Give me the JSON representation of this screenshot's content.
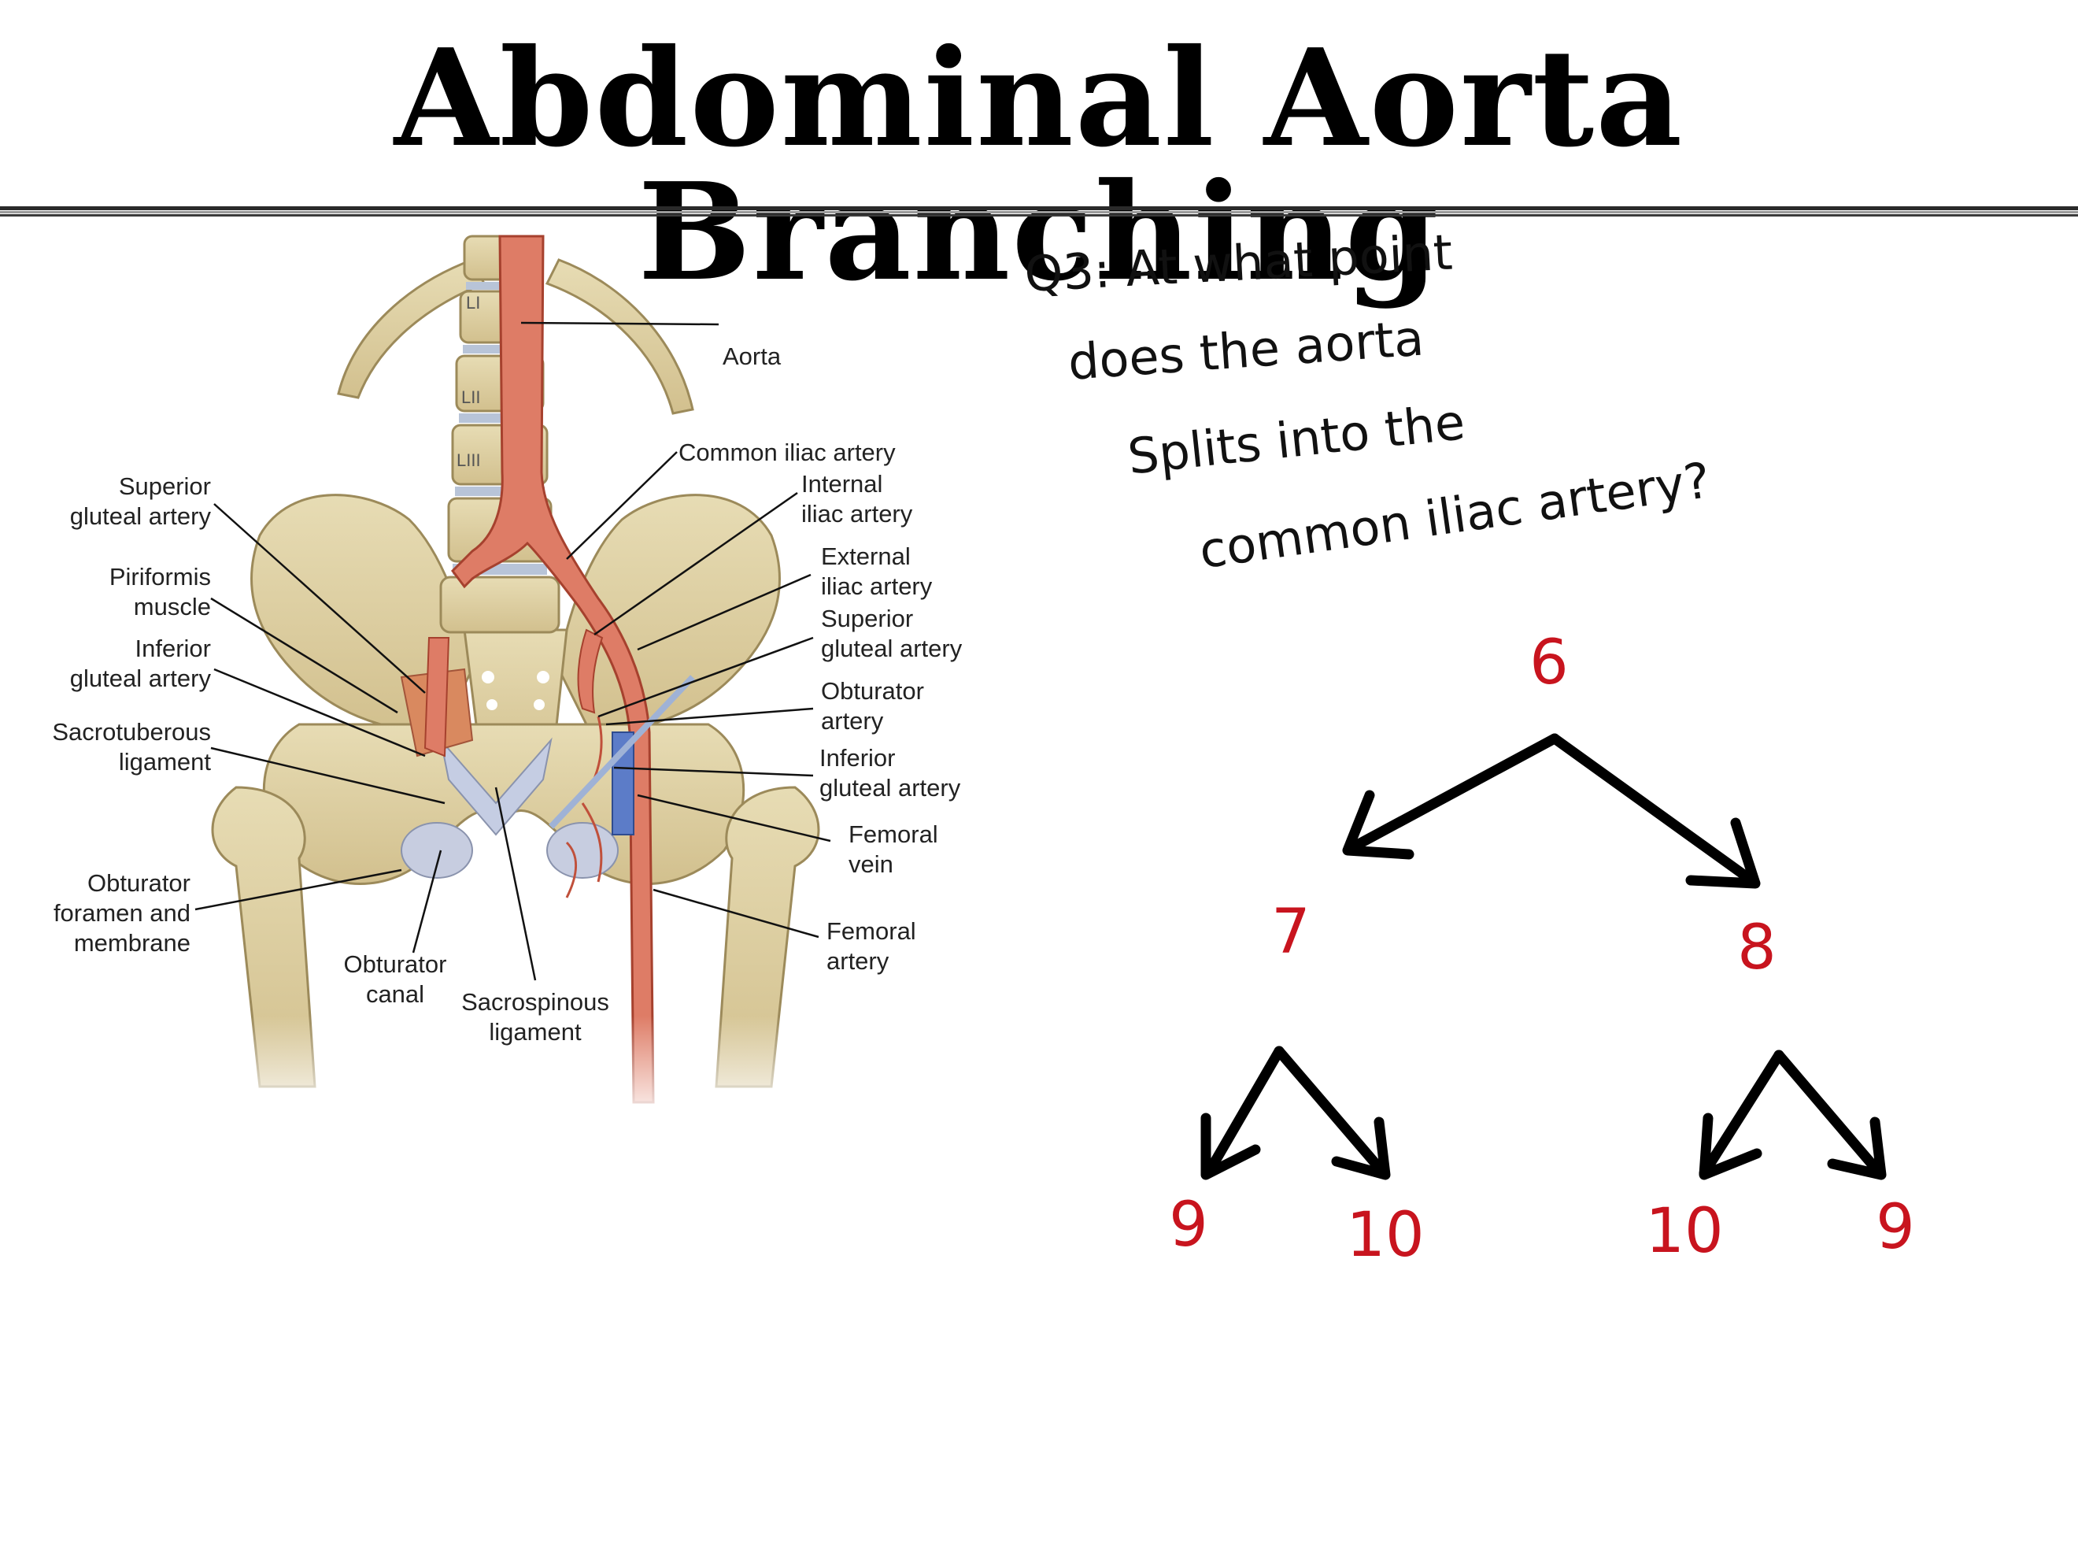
{
  "slide": {
    "title": "Abdominal Aorta Branching"
  },
  "figure": {
    "vertebrae": [
      "LI",
      "LII",
      "LIII"
    ],
    "labels": {
      "aorta": "Aorta",
      "common_iliac": "Common iliac artery",
      "internal_iliac": [
        "Internal",
        "iliac artery"
      ],
      "external_iliac": [
        "External",
        "iliac artery"
      ],
      "superior_gluteal_right": [
        "Superior",
        "gluteal artery"
      ],
      "obturator_artery": [
        "Obturator",
        "artery"
      ],
      "inferior_gluteal_right": [
        "Inferior",
        "gluteal artery"
      ],
      "femoral_vein": [
        "Femoral",
        "vein"
      ],
      "femoral_artery": [
        "Femoral",
        "artery"
      ],
      "superior_gluteal_left": [
        "Superior",
        "gluteal artery"
      ],
      "piriformis": [
        "Piriformis",
        "muscle"
      ],
      "inferior_gluteal_left": [
        "Inferior",
        "gluteal artery"
      ],
      "sacrotuberous": [
        "Sacrotuberous",
        "ligament"
      ],
      "obturator_foramen": [
        "Obturator",
        "foramen and",
        "membrane"
      ],
      "obturator_canal": [
        "Obturator",
        "canal"
      ],
      "sacrospinous": [
        "Sacrospinous",
        "ligament"
      ]
    }
  },
  "question": {
    "lines": [
      "Q3: At what point",
      "does the aorta",
      "Splits into the",
      "common iliac artery?"
    ]
  },
  "tree": {
    "root": "6",
    "level2": [
      "7",
      "8"
    ],
    "level3": [
      "9",
      "10",
      "10",
      "9"
    ],
    "number_color": "#c8141e"
  }
}
